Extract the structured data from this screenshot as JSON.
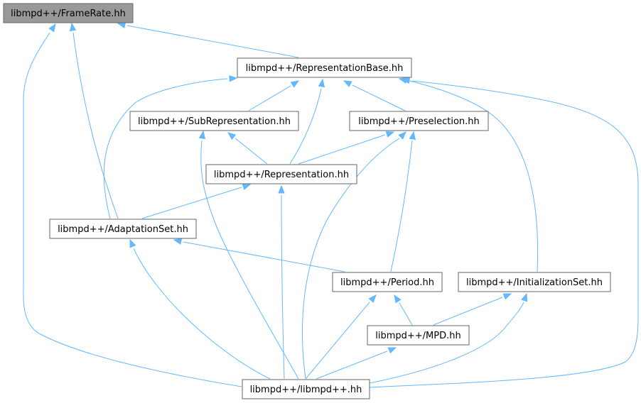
{
  "diagram": {
    "nodes": {
      "framerate": {
        "label": "libmpd++/FrameRate.hh",
        "highlighted": true
      },
      "repbase": {
        "label": "libmpd++/RepresentationBase.hh"
      },
      "subrep": {
        "label": "libmpd++/SubRepresentation.hh"
      },
      "presel": {
        "label": "libmpd++/Preselection.hh"
      },
      "rep": {
        "label": "libmpd++/Representation.hh"
      },
      "adapt": {
        "label": "libmpd++/AdaptationSet.hh"
      },
      "period": {
        "label": "libmpd++/Period.hh"
      },
      "initset": {
        "label": "libmpd++/InitializationSet.hh"
      },
      "mpd": {
        "label": "libmpd++/MPD.hh"
      },
      "libmpd": {
        "label": "libmpd++/libmpd++.hh"
      }
    },
    "edges": [
      {
        "from": "repbase",
        "to": "framerate"
      },
      {
        "from": "adapt",
        "to": "framerate"
      },
      {
        "from": "libmpd",
        "to": "framerate"
      },
      {
        "from": "subrep",
        "to": "repbase"
      },
      {
        "from": "presel",
        "to": "repbase"
      },
      {
        "from": "rep",
        "to": "repbase"
      },
      {
        "from": "adapt",
        "to": "repbase"
      },
      {
        "from": "initset",
        "to": "repbase"
      },
      {
        "from": "libmpd",
        "to": "repbase"
      },
      {
        "from": "rep",
        "to": "subrep"
      },
      {
        "from": "libmpd",
        "to": "subrep"
      },
      {
        "from": "rep",
        "to": "presel"
      },
      {
        "from": "period",
        "to": "presel"
      },
      {
        "from": "libmpd",
        "to": "presel"
      },
      {
        "from": "adapt",
        "to": "rep"
      },
      {
        "from": "libmpd",
        "to": "rep"
      },
      {
        "from": "period",
        "to": "adapt"
      },
      {
        "from": "libmpd",
        "to": "adapt"
      },
      {
        "from": "mpd",
        "to": "period"
      },
      {
        "from": "libmpd",
        "to": "period"
      },
      {
        "from": "mpd",
        "to": "initset"
      },
      {
        "from": "libmpd",
        "to": "initset"
      },
      {
        "from": "libmpd",
        "to": "mpd"
      }
    ],
    "colors": {
      "edge": "#63b8ff",
      "node_border": "#666666",
      "node_fill": "#ffffff",
      "highlight_fill": "#999999"
    }
  }
}
